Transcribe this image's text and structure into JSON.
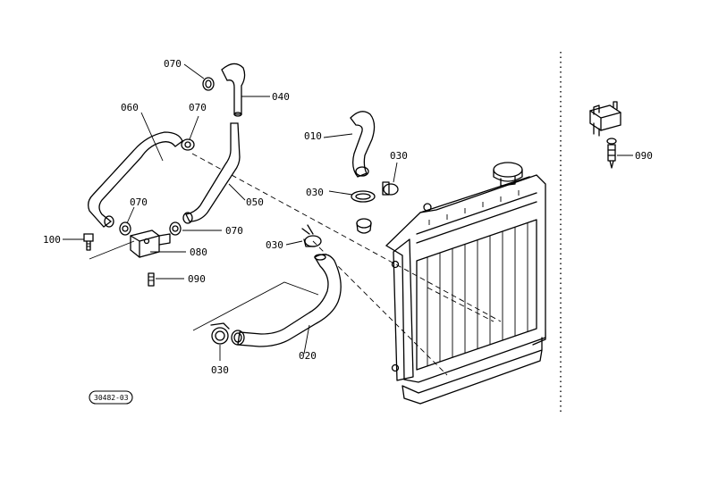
{
  "labels": {
    "p010": "010",
    "p020": "020",
    "p030_a": "030",
    "p030_b": "030",
    "p030_c": "030",
    "p030_d": "030",
    "p040": "040",
    "p050": "050",
    "p060": "060",
    "p070_a": "070",
    "p070_b": "070",
    "p070_c": "070",
    "p070_d": "070",
    "p080": "080",
    "p090_a": "090",
    "p090_b": "090",
    "p100": "100"
  },
  "stamp": "30482-03"
}
